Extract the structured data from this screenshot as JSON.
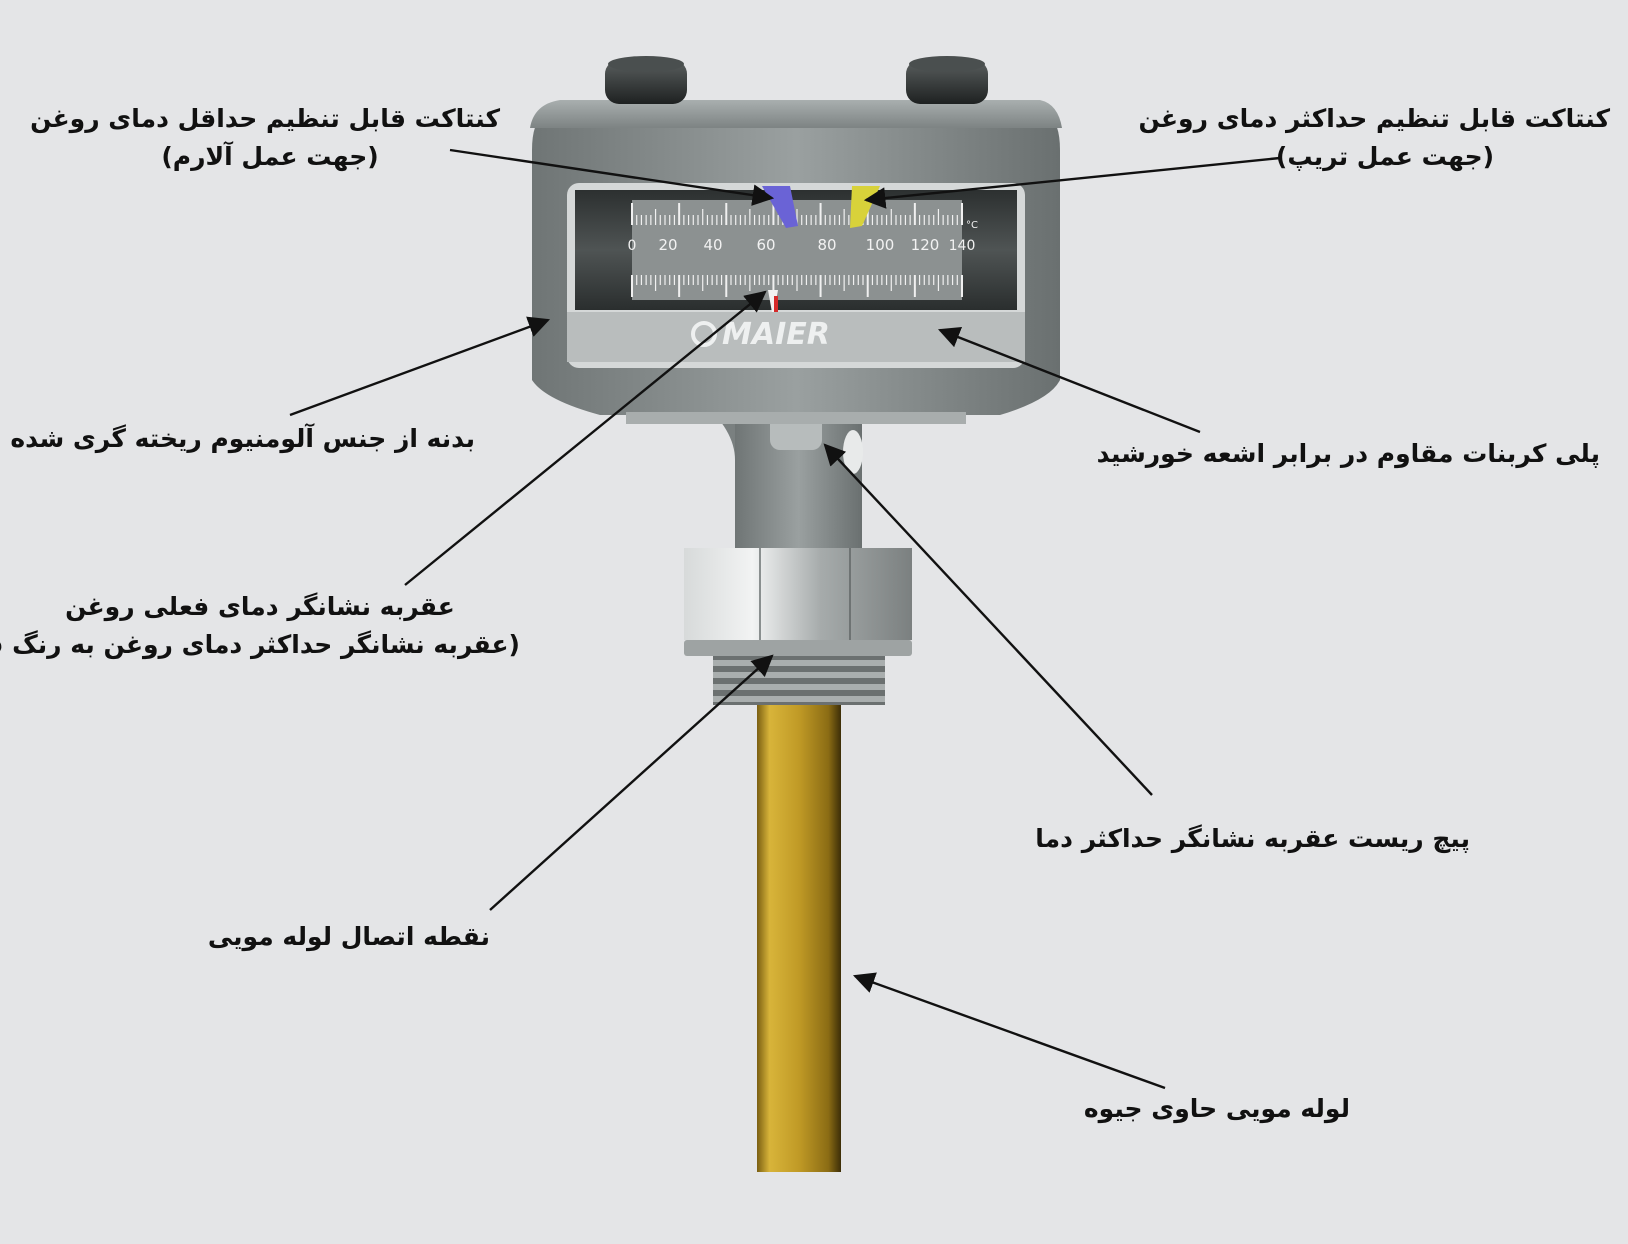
{
  "device": {
    "brand": "MAIER",
    "scale_labels": [
      "0",
      "20",
      "40",
      "60",
      "80",
      "100",
      "120",
      "140"
    ],
    "scale_unit": "°C",
    "colors": {
      "body": "#8e9494",
      "body_dark": "#5d6363",
      "min_contact": "#6a63d6",
      "max_contact": "#d8d23a",
      "pointer": "#d52a2a",
      "tube": "#c7a22c"
    }
  },
  "labels": {
    "min_contact": {
      "line1": "کنتاکت قابل تنظیم حداقل دمای روغن",
      "line2": "(جهت عمل آلارم)"
    },
    "max_contact": {
      "line1": "کنتاکت قابل تنظیم حداکثر دمای روغن",
      "line2": "(جهت عمل تریپ)"
    },
    "body": {
      "line1": "بدنه از جنس آلومنیوم ریخته گری شده"
    },
    "polycarbonate": {
      "line1": "پلی کربنات مقاوم در برابر اشعه خورشید"
    },
    "pointer": {
      "line1": "عقربه نشانگر دمای فعلی روغن",
      "line2": "(عقربه نشانگر حداکثر دمای روغن به رنگ قرمز)"
    },
    "reset_screw": {
      "line1": "پیچ ریست عقربه نشانگر حداکثر دما"
    },
    "capillary_joint": {
      "line1": "نقطه اتصال لوله مویی"
    },
    "mercury_tube": {
      "line1": "لوله مویی حاوی جیوه"
    }
  }
}
